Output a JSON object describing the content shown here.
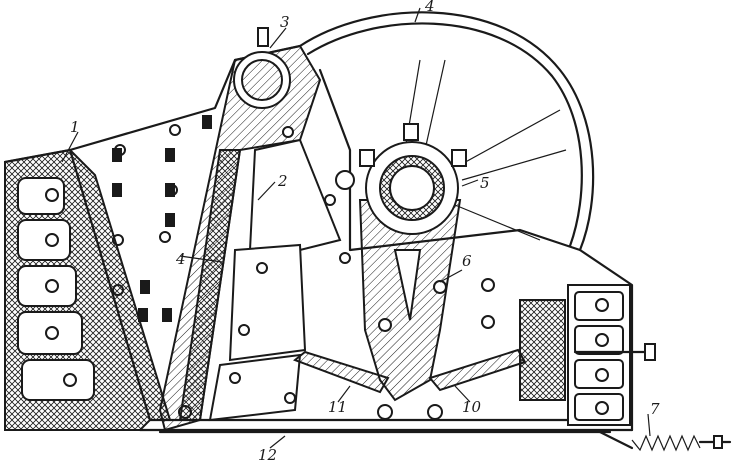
{
  "labels": {
    "l1": "1",
    "l2": "2",
    "l3": "3",
    "l4a": "4",
    "l4b": "4",
    "l5": "5",
    "l6": "6",
    "l7": "7",
    "l10": "10",
    "l11": "11",
    "l12": "12"
  },
  "colors": {
    "ink": "#1a1a1a",
    "paper": "#ffffff"
  }
}
